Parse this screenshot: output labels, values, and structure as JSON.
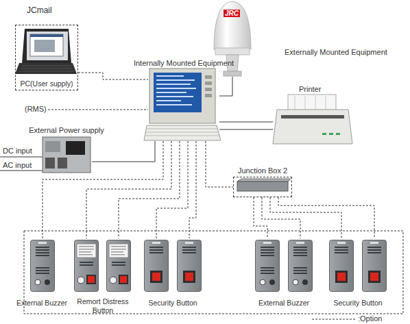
{
  "diagram": {
    "nodes": [
      {
        "text": [
          "JCmail",
          "PC(User supply)"
        ]
      },
      {
        "text": [
          "Internally Mounted Equipment"
        ]
      },
      {
        "text": [
          "Externally Mounted Equipment"
        ]
      },
      {
        "text": [
          "Printer"
        ]
      },
      {
        "text": [
          "External Power supply"
        ]
      },
      {
        "text": [
          "Junction Box 2"
        ]
      },
      {
        "text": [
          "External Buzzer"
        ]
      },
      {
        "text": [
          "Remort Distress Button"
        ]
      },
      {
        "text": [
          "Security Button"
        ]
      },
      {
        "text": [
          "External Buzzer"
        ]
      },
      {
        "text": [
          "Security Button"
        ]
      }
    ],
    "edges": [
      {
        "from": 0,
        "to": 1,
        "arrow": "none"
      },
      {
        "from": 1,
        "to": 2,
        "arrow": "none"
      },
      {
        "from": 1,
        "to": 3,
        "arrow": "none"
      },
      {
        "from": 1,
        "to": 3,
        "arrow": "none"
      },
      {
        "from": 4,
        "to": 1,
        "arrow": "none"
      },
      {
        "from": 1,
        "to": 5,
        "arrow": "none"
      },
      {
        "from": 1,
        "to": 6,
        "arrow": "none"
      },
      {
        "from": 1,
        "to": 7,
        "arrow": "none"
      },
      {
        "from": 1,
        "to": 7,
        "arrow": "none"
      },
      {
        "from": 1,
        "to": 8,
        "arrow": "none"
      },
      {
        "from": 1,
        "to": 8,
        "arrow": "none"
      },
      {
        "from": 5,
        "to": 9,
        "arrow": "none"
      },
      {
        "from": 5,
        "to": 9,
        "arrow": "none"
      },
      {
        "from": 5,
        "to": 10,
        "arrow": "none"
      },
      {
        "from": 5,
        "to": 10,
        "arrow": "none"
      }
    ],
    "labels": [
      "JRC",
      "(RMS)",
      "DC input",
      "AC input"
    ],
    "legend": [
      {
        "text": ":Option"
      }
    ]
  }
}
